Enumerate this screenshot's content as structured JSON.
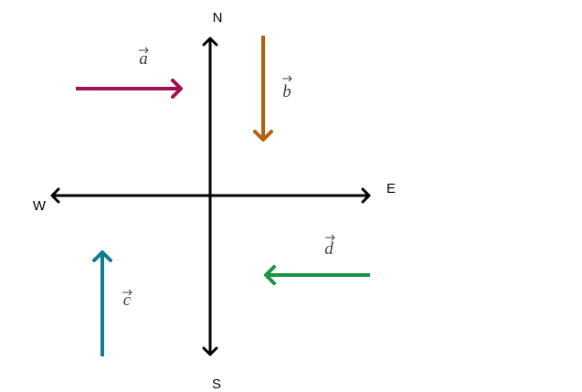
{
  "compass": {
    "north": "N",
    "south": "S",
    "east": "E",
    "west": "W",
    "axis_color": "#000000"
  },
  "vectors": [
    {
      "id": "a",
      "label": "a",
      "direction": "east",
      "color": "#a0124f"
    },
    {
      "id": "b",
      "label": "b",
      "direction": "south",
      "color": "#b5620e"
    },
    {
      "id": "c",
      "label": "c",
      "direction": "north",
      "color": "#0f7d8c"
    },
    {
      "id": "d",
      "label": "d",
      "direction": "west",
      "color": "#1b9444"
    }
  ]
}
